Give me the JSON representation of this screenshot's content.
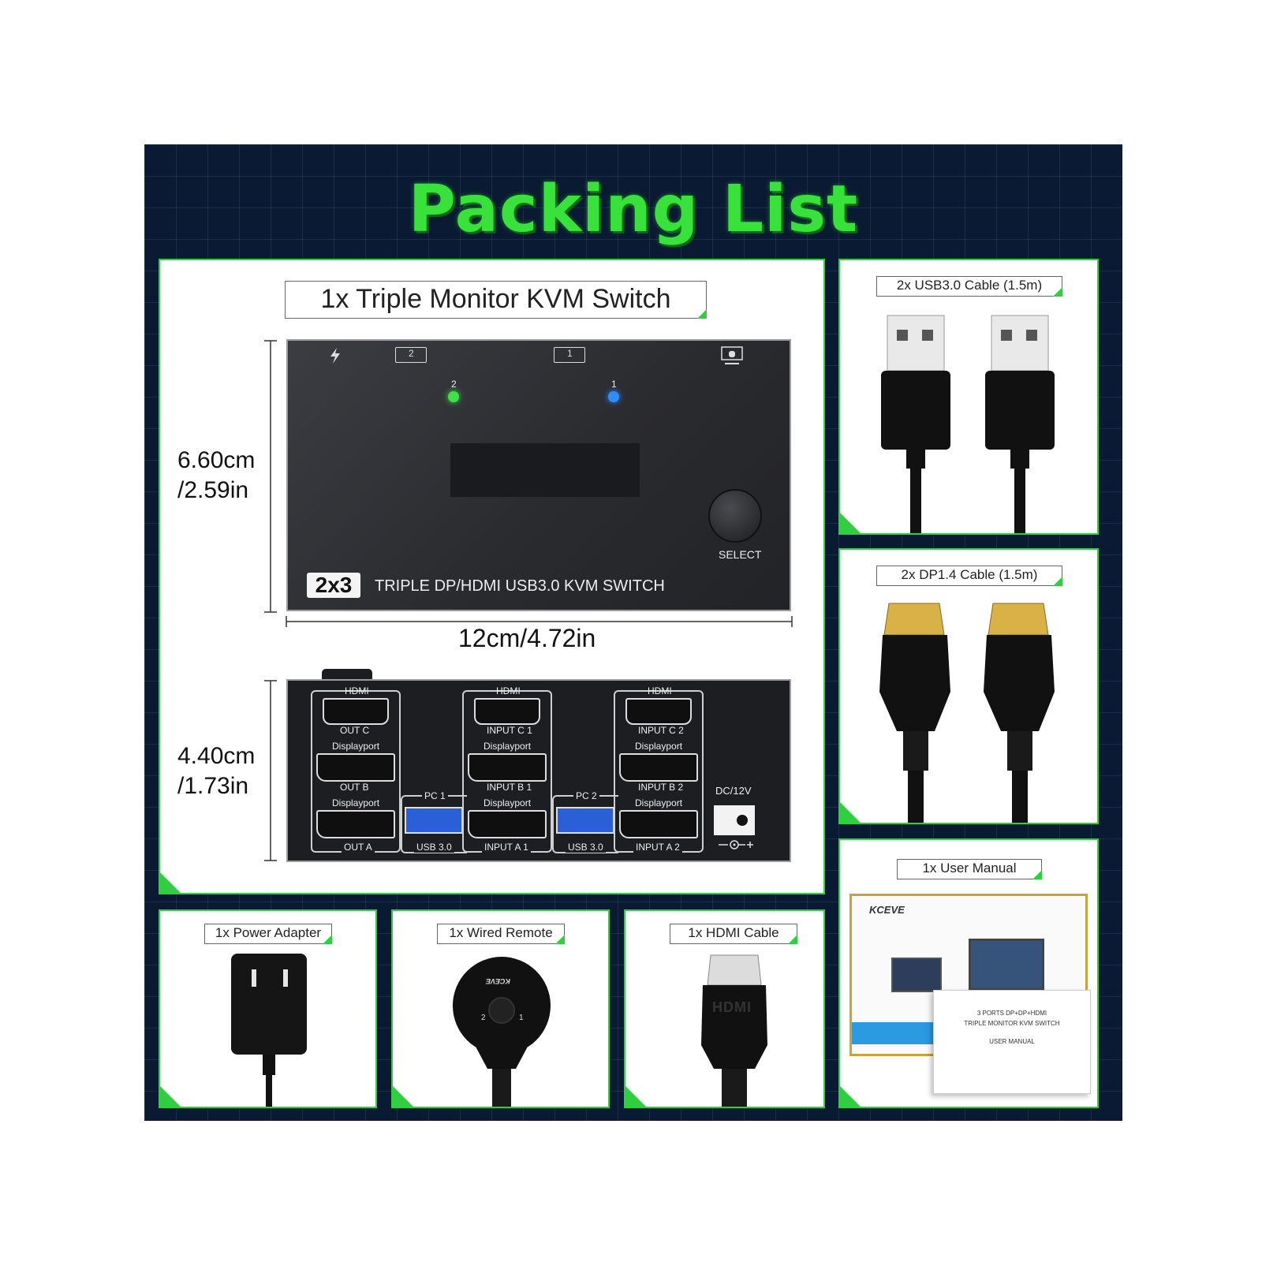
{
  "title": "Packing List",
  "main_kit": {
    "label": "1x Triple Monitor KVM Switch",
    "front": {
      "model_badge": "2x3",
      "model_text": "TRIPLE DP/HDMI USB3.0 KVM SWITCH",
      "button_label": "SELECT",
      "led_2": "2",
      "led_1": "1",
      "icon_monitor_2": "2",
      "icon_monitor_1": "1",
      "height_dim": "6.60cm\n/2.59in",
      "width_dim": "12cm/4.72in",
      "led_colors": {
        "led_2": "#3fe04a",
        "led_1": "#2f8cff"
      }
    },
    "rear": {
      "height_dim": "4.40cm\n/1.73in",
      "hdmi": "HDMI",
      "displayport": "Displayport",
      "out_c": "OUT C",
      "out_b": "OUT B",
      "out_a": "OUT A",
      "input_c1": "INPUT C 1",
      "input_b1": "INPUT B 1",
      "input_a1": "INPUT A 1",
      "input_c2": "INPUT C 2",
      "input_b2": "INPUT B 2",
      "input_a2": "INPUT A 2",
      "pc1": "PC 1",
      "pc2": "PC 2",
      "usb": "USB 3.0",
      "dc": "DC/12V"
    }
  },
  "accessories": {
    "usb_cable": "2x USB3.0 Cable (1.5m)",
    "dp_cable": "2x DP1.4 Cable (1.5m)",
    "manual": "1x User Manual",
    "power": "1x Power Adapter",
    "remote": "1x Wired Remote",
    "hdmi_cable": "1x HDMI Cable"
  },
  "manual_content": {
    "brand": "KCEVE",
    "line1": "3 PORTS DP+DP+HDMI",
    "line2": "TRIPLE MONITOR KVM SWITCH",
    "line3": "USER MANUAL"
  },
  "remote_content": {
    "brand": "KCEVE",
    "k1": "1",
    "k2": "2"
  },
  "hdmi_plug_text": "HDMI",
  "colors": {
    "accent": "#39e23a",
    "board": "#0b1a33",
    "panel_border": "#2fcf3f"
  }
}
